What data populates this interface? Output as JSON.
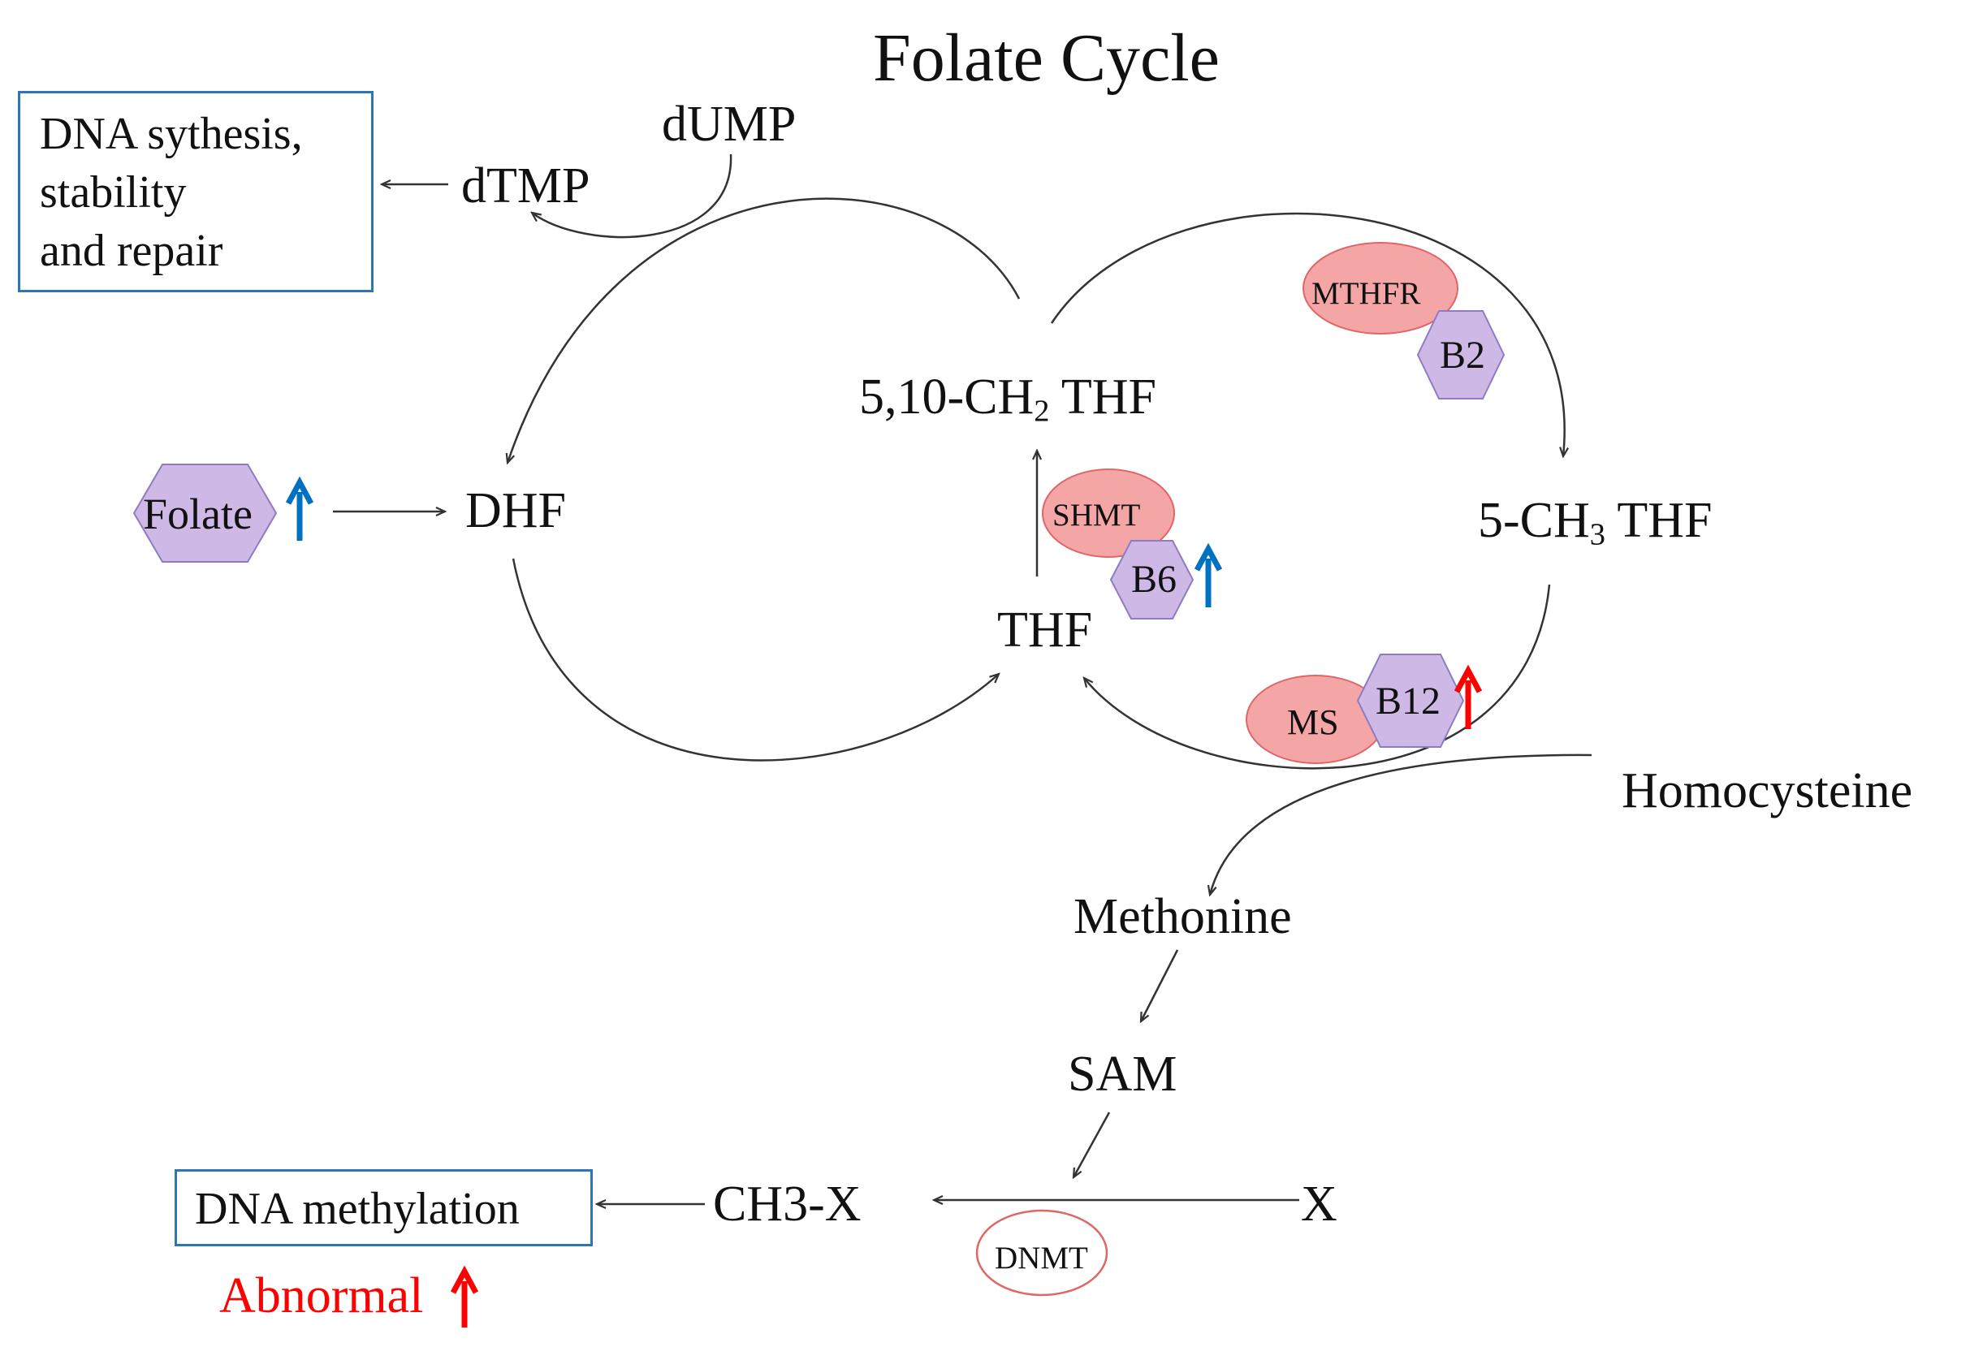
{
  "title": "Folate Cycle",
  "nodes": {
    "dump": "dUMP",
    "dtmp": "dTMP",
    "dhf": "DHF",
    "ch2thf_pre": "5,10-CH",
    "ch2thf_sub": "2",
    "ch2thf_post": " THF",
    "thf": "THF",
    "ch3thf_pre": "5-CH",
    "ch3thf_sub": "3",
    "ch3thf_post": " THF",
    "homocysteine": "Homocysteine",
    "methionine": "Methonine",
    "sam": "SAM",
    "ch3x": "CH3-X",
    "x": "X"
  },
  "boxes": {
    "dna_synthesis_lines": [
      "DNA sythesis,",
      "stability",
      "and repair"
    ],
    "dna_methylation": "DNA methylation"
  },
  "annotations": {
    "abnormal": "Abnormal"
  },
  "enzymes": {
    "mthfr": "MTHFR",
    "shmt": "SHMT",
    "ms": "MS",
    "dnmt": "DNMT"
  },
  "cofactors": {
    "folate": "Folate",
    "b2": "B2",
    "b6": "B6",
    "b12": "B12"
  },
  "colors": {
    "increase_arrow_blue": "#0070c0",
    "increase_arrow_red": "#ff0000",
    "enzyme_fill": "#f4a6a6",
    "enzyme_stroke": "#e06666",
    "cofactor_fill": "#cdb8e6",
    "cofactor_stroke": "#8e7cc3",
    "box_border": "#2e75b6",
    "abnormal_text": "#ff0000"
  }
}
